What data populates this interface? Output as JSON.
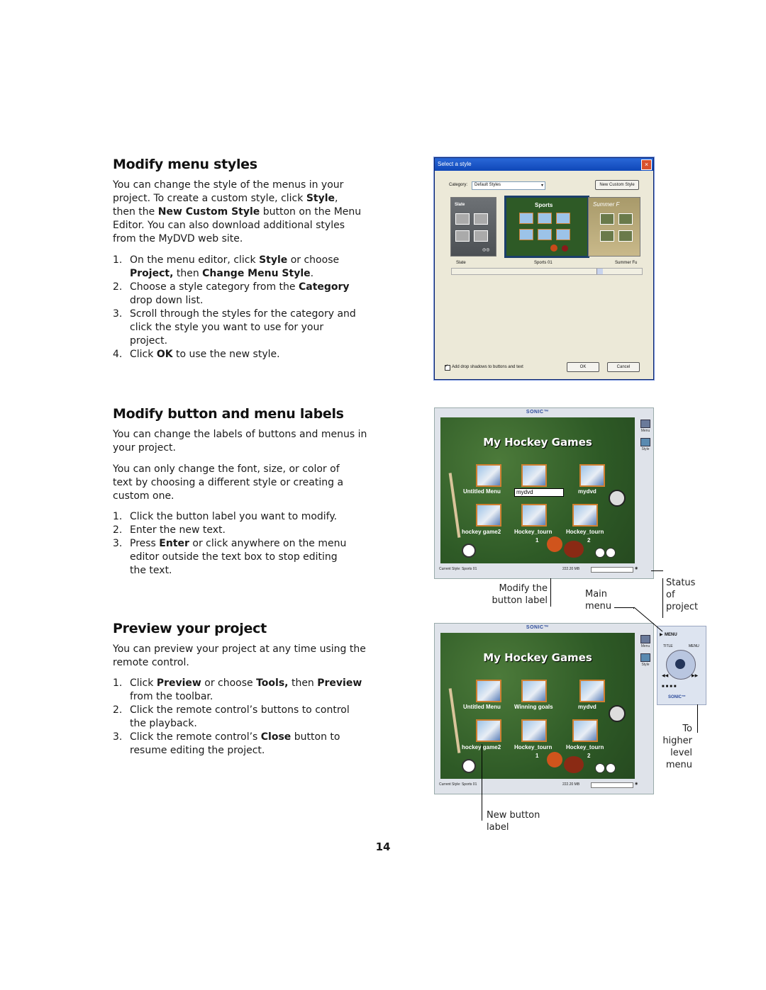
{
  "sections": {
    "styles": {
      "heading": "Modify menu styles",
      "intro_parts": {
        "a": "You can change the style of the menus in your project. To create a custom style, click ",
        "b": "Style",
        "c": ", then the ",
        "d": "New Custom Style",
        "e": " button on the Menu Editor. You can also download additional styles from the MyDVD web site."
      },
      "steps": [
        {
          "num": "1.",
          "a": "On the menu editor, click ",
          "b": "Style",
          "c": " or choose ",
          "d": "Project,",
          "e": " then ",
          "f": "Change Menu Style",
          "g": "."
        },
        {
          "num": "2.",
          "a": "Choose a style category from the ",
          "b": "Category",
          "c": " drop down list."
        },
        {
          "num": "3.",
          "a": "Scroll through the styles for the category and click the style you want to use for your project."
        },
        {
          "num": "4.",
          "a": "Click ",
          "b": "OK",
          "c": " to use the new style."
        }
      ]
    },
    "labels": {
      "heading": "Modify button and menu labels",
      "intro1": "You can change the labels of buttons and menus in your project.",
      "intro2": "You can only change the font, size, or color of text by choosing a different style or creating a custom one.",
      "steps": [
        {
          "num": "1.",
          "a": "Click the button label you want to modify."
        },
        {
          "num": "2.",
          "a": "Enter the new text."
        },
        {
          "num": "3.",
          "a": "Press ",
          "b": "Enter",
          "c": " or click anywhere on the menu editor outside the text box to stop editing the text."
        }
      ]
    },
    "preview": {
      "heading": "Preview your project",
      "intro": "You can preview your project at any time using the remote control.",
      "steps": [
        {
          "num": "1.",
          "a": "Click ",
          "b": "Preview",
          "c": " or choose ",
          "d": "Tools,",
          "e": " then ",
          "f": "Preview",
          "g": " from the toolbar."
        },
        {
          "num": "2.",
          "a": "Click the remote control’s buttons to control the playback."
        },
        {
          "num": "3.",
          "a": "Click the remote control’s ",
          "b": "Close",
          "c": " button to resume editing the project."
        }
      ]
    }
  },
  "dialog": {
    "title": "Select a style",
    "close": "×",
    "category_label": "Category:",
    "category_value": "Default Styles",
    "new_custom_style": "New Custom Style",
    "styles": [
      {
        "name": "Slate",
        "caption": "Slate"
      },
      {
        "name": "Sports",
        "caption": "Sports 01"
      },
      {
        "name": "Summer F",
        "caption": "Summer Fu"
      }
    ],
    "shadow_checkbox": "Add drop shadows to buttons and text",
    "ok": "OK",
    "cancel": "Cancel"
  },
  "editor1": {
    "brand": "SONIC™",
    "title": "My Hockey Games",
    "labels": {
      "untitled": "Untitled Menu",
      "editing": "mydvd",
      "mydvd": "mydvd",
      "game2": "hockey game2",
      "tourn1": "Hockey_tourn",
      "tourn2": "Hockey_tourn",
      "n1": "1",
      "n2": "2"
    },
    "side": {
      "menu": "Menu",
      "style": "Style"
    },
    "status_text": "Current Style: Sports 01",
    "size": "222.20 MB"
  },
  "editor2": {
    "brand": "SONIC™",
    "title": "My Hockey Games",
    "labels": {
      "untitled": "Untitled Menu",
      "winning": "Winning goals",
      "mydvd": "mydvd",
      "game2": "hockey game2",
      "tourn1": "Hockey_tourn",
      "tourn2": "Hockey_tourn",
      "n1": "1",
      "n2": "2"
    },
    "side": {
      "menu": "Menu",
      "style": "Style"
    },
    "status_text": "Current Style: Sports 01",
    "size": "222.20 MB"
  },
  "remote": {
    "menu": "MENU",
    "title": "TITLE",
    "menu_small": "MENU",
    "brand": "SONIC™"
  },
  "callouts": {
    "modify_label": "Modify the button label",
    "main_menu": "Main menu",
    "status": "Status of project",
    "higher": "To higher level menu",
    "new_label": "New button label"
  },
  "page_number": "14"
}
